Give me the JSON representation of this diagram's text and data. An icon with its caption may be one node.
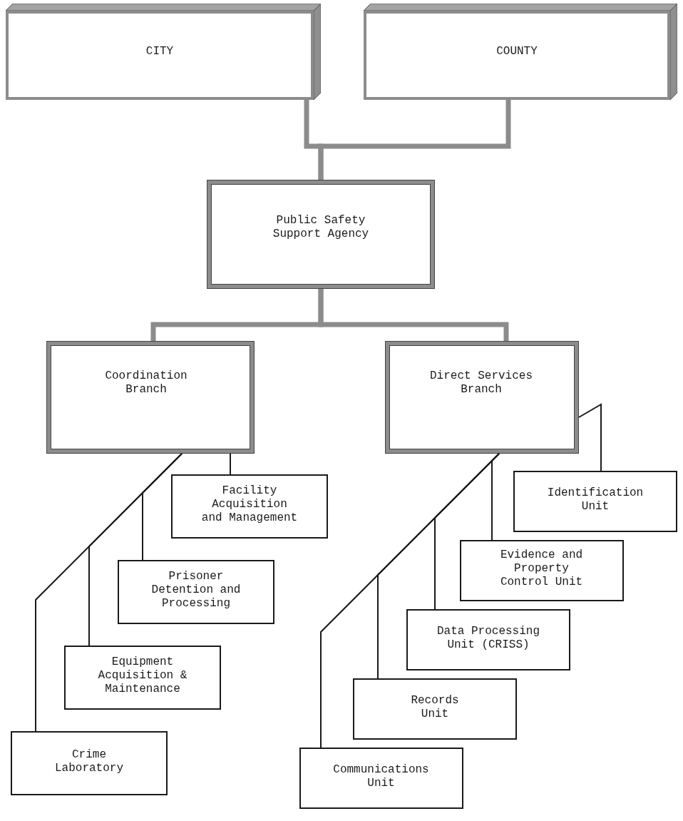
{
  "diagram": {
    "nodes": [
      {
        "text": [
          "CITY"
        ]
      },
      {
        "text": [
          "COUNTY"
        ]
      },
      {
        "text": [
          "Public Safety Support Agency"
        ]
      },
      {
        "text": [
          "Coordination Branch"
        ]
      },
      {
        "text": [
          "Direct Services Branch"
        ]
      },
      {
        "text": [
          "Facility Acquisition and Management"
        ]
      },
      {
        "text": [
          "Prisoner Detention and Processing"
        ]
      },
      {
        "text": [
          "Equipment Acquisition & Maintenance"
        ]
      },
      {
        "text": [
          "Crime Laboratory"
        ]
      },
      {
        "text": [
          "Identification Unit"
        ]
      },
      {
        "text": [
          "Evidence and Property Control Unit"
        ]
      },
      {
        "text": [
          "Data Processing Unit (CRISS)"
        ]
      },
      {
        "text": [
          "Records Unit"
        ]
      },
      {
        "text": [
          "Communications Unit"
        ]
      }
    ],
    "edges": [
      {
        "from": 0,
        "to": 2,
        "arrow": "none",
        "style": "thick",
        "color": "#8c8c8c"
      },
      {
        "from": 1,
        "to": 2,
        "arrow": "none",
        "style": "thick",
        "color": "#8c8c8c"
      },
      {
        "from": 2,
        "to": 3,
        "arrow": "none",
        "style": "thick",
        "color": "#8c8c8c"
      },
      {
        "from": 2,
        "to": 4,
        "arrow": "none",
        "style": "thick",
        "color": "#8c8c8c"
      },
      {
        "from": 3,
        "to": 5,
        "arrow": "none"
      },
      {
        "from": 3,
        "to": 6,
        "arrow": "none"
      },
      {
        "from": 3,
        "to": 7,
        "arrow": "none"
      },
      {
        "from": 3,
        "to": 8,
        "arrow": "none"
      },
      {
        "from": 4,
        "to": 9,
        "arrow": "none"
      },
      {
        "from": 4,
        "to": 10,
        "arrow": "none"
      },
      {
        "from": 4,
        "to": 11,
        "arrow": "none"
      },
      {
        "from": 4,
        "to": 12,
        "arrow": "none"
      },
      {
        "from": 4,
        "to": 13,
        "arrow": "none"
      }
    ]
  }
}
